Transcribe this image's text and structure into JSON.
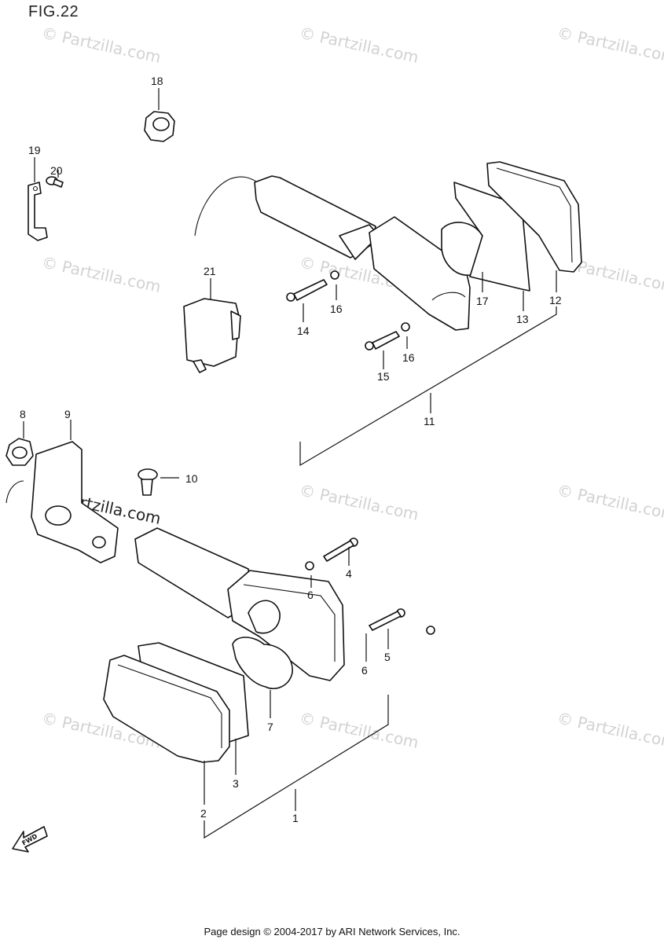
{
  "figure": {
    "title": "FIG.22"
  },
  "footer": {
    "text": "Page design © 2004-2017 by ARI Network Services, Inc."
  },
  "fwd_label": "FWD",
  "watermark": {
    "text": "© Partzilla.com"
  },
  "callouts": [
    {
      "id": "18",
      "label": "18"
    },
    {
      "id": "19",
      "label": "19"
    },
    {
      "id": "20",
      "label": "20"
    },
    {
      "id": "21",
      "label": "21"
    },
    {
      "id": "14",
      "label": "14"
    },
    {
      "id": "16a",
      "label": "16"
    },
    {
      "id": "15",
      "label": "15"
    },
    {
      "id": "16b",
      "label": "16"
    },
    {
      "id": "17",
      "label": "17"
    },
    {
      "id": "13",
      "label": "13"
    },
    {
      "id": "12",
      "label": "12"
    },
    {
      "id": "11",
      "label": "11"
    },
    {
      "id": "8",
      "label": "8"
    },
    {
      "id": "9",
      "label": "9"
    },
    {
      "id": "10",
      "label": "10"
    },
    {
      "id": "4",
      "label": "4"
    },
    {
      "id": "6a",
      "label": "6"
    },
    {
      "id": "5",
      "label": "5"
    },
    {
      "id": "6b",
      "label": "6"
    },
    {
      "id": "7",
      "label": "7"
    },
    {
      "id": "3",
      "label": "3"
    },
    {
      "id": "2",
      "label": "2"
    },
    {
      "id": "1",
      "label": "1"
    }
  ]
}
